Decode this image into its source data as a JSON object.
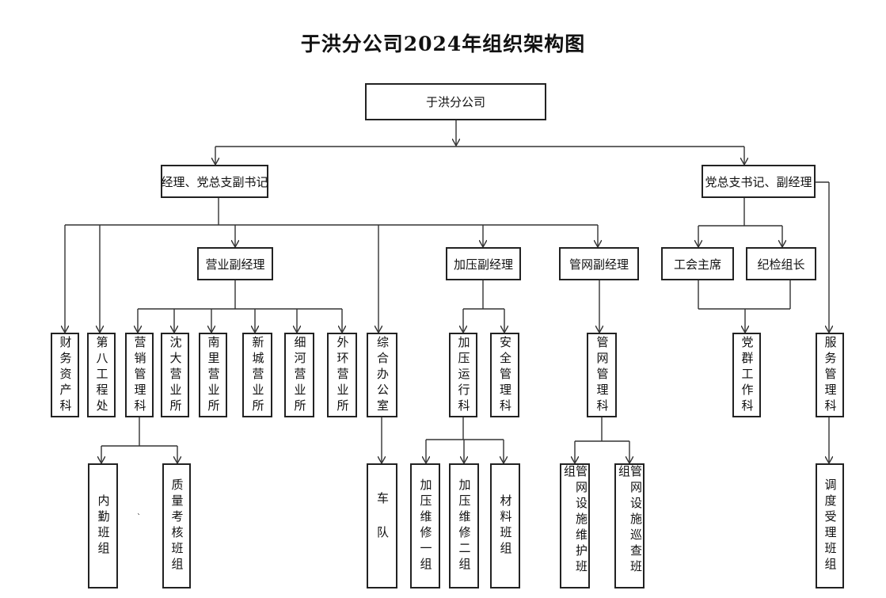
{
  "title": "于洪分公司2024年组织架构图",
  "root": "于洪分公司",
  "level1": {
    "left": "经理、党总支副书记",
    "right": "党总支书记、副经理"
  },
  "level2": {
    "sales_deputy": "营业副经理",
    "pressure_deputy": "加压副经理",
    "network_deputy": "管网副经理",
    "union_chair": "工会主席",
    "discipline_head": "纪检组长"
  },
  "departments": {
    "finance": "财务资产科",
    "eighth_office": "第八工程处",
    "marketing": "营销管理科",
    "shenda": "沈大营业所",
    "nanli": "南里营业所",
    "xincheng": "新城营业所",
    "xihe": "细河营业所",
    "waihuan": "外环营业所",
    "general_office": "综合办公室",
    "pressure_ops": "加压运行科",
    "safety": "安全管理科",
    "network_mgmt": "管网管理科",
    "party_work": "党群工作科",
    "service": "服务管理科"
  },
  "teams": {
    "office_team": "内勤班组",
    "quality_team": "质量考核班组",
    "fleet": "车队",
    "repair_1": "加压维修一组",
    "repair_2": "加压维修二组",
    "materials": "材料班组",
    "network_maint": "管网设施维护班组",
    "network_patrol": "管网设施巡查班组",
    "dispatch": "调度受理班组"
  }
}
